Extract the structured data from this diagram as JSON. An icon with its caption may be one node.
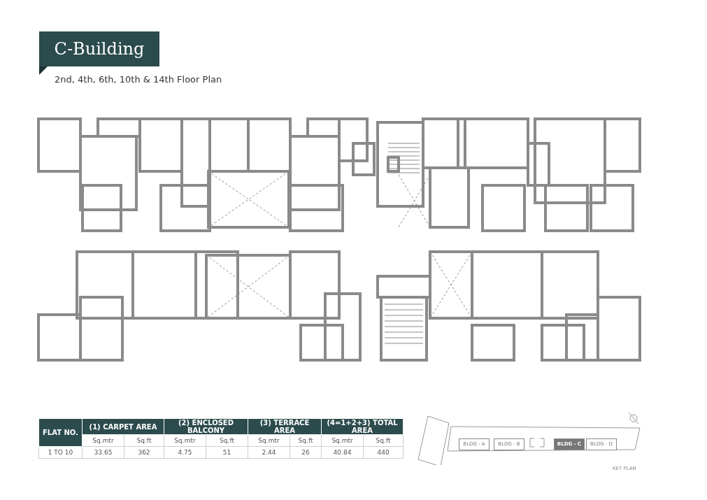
{
  "diagram": {
    "title": "C-Building",
    "nodes": [
      {
        "text": [
          "BLDG - A"
        ]
      },
      {
        "text": [
          "BLDG - B"
        ]
      },
      {
        "text": [
          "BLDG - C"
        ]
      },
      {
        "text": [
          "BLDG - D"
        ]
      }
    ],
    "labels": [
      "2nd, 4th, 6th, 10th & 14th Floor Plan",
      "FLAT NO.",
      "(1) CARPET AREA",
      "(2) ENCLOSED BALCONY",
      "(3) TERRACE AREA",
      "(4=1+2+3) TOTAL AREA",
      "Sq.mtr",
      "Sq.ft",
      "Sq.mtr",
      "Sq.ft",
      "Sq.mtr",
      "Sq.ft",
      "Sq.mtr",
      "Sq.ft",
      "1 TO 10",
      "33.65",
      "362",
      "4.75",
      "51",
      "2.44",
      "26",
      "40.84",
      "440",
      "KEY PLAN"
    ]
  }
}
